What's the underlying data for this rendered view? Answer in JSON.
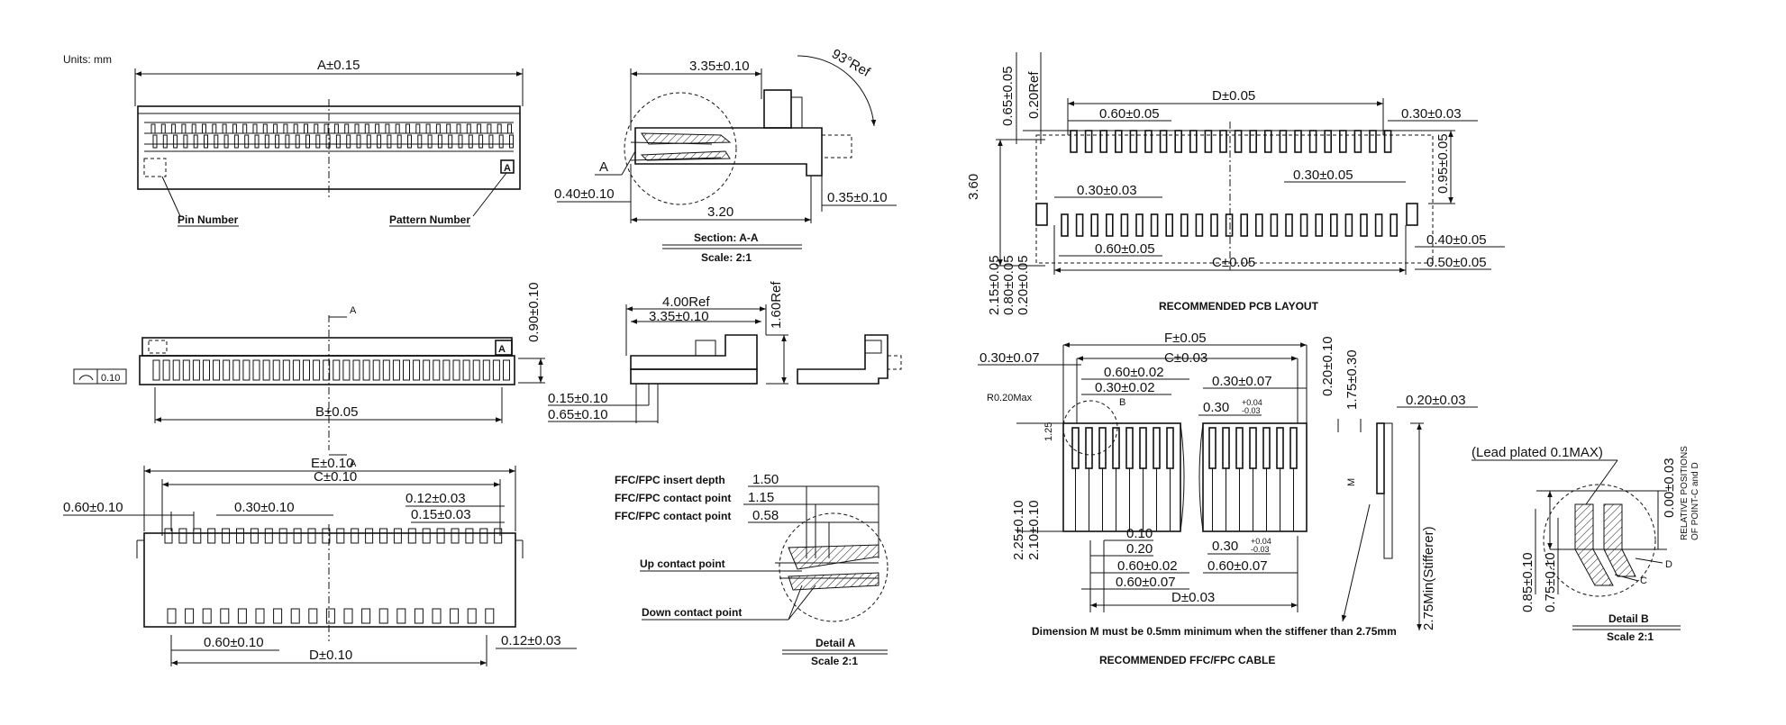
{
  "units": "Units: mm",
  "views": {
    "top": {
      "overall": "A±0.15",
      "pin_number": "Pin Number",
      "pattern_number": "Pattern Number",
      "pattern_mark": "A"
    },
    "section": {
      "width": "3.35±0.10",
      "angle": "93°Ref",
      "mark": "A",
      "lead": "0.40±0.10",
      "base": "3.20",
      "tail": "0.35±0.10",
      "title": "Section: A-A",
      "scale": "Scale: 2:1"
    },
    "front": {
      "height": "0.90±0.10",
      "pitch_span": "B±0.05",
      "flatness": "0.10",
      "section_mark_top": "A",
      "section_mark_bottom": "A",
      "pattern_mark": "A"
    },
    "side": {
      "ref_width": "4.00Ref",
      "width": "3.35±0.10",
      "height": "1.60Ref",
      "d1": "0.15±0.10",
      "d2": "0.65±0.10"
    },
    "bottom": {
      "overall": "E±0.10",
      "pitch": "C±0.10",
      "edge": "0.60±0.10",
      "pin_pitch": "0.30±0.10",
      "w1": "0.12±0.03",
      "w2": "0.15±0.03",
      "bottom_pitch": "0.60±0.10",
      "bottom_span": "D±0.10",
      "w3": "0.12±0.03"
    },
    "detail_a": {
      "rows": [
        {
          "label": "FFC/FPC insert depth",
          "value": "1.50"
        },
        {
          "label": "FFC/FPC contact point",
          "value": "1.15"
        },
        {
          "label": "FFC/FPC contact point",
          "value": "0.58"
        }
      ],
      "up": "Up contact point",
      "down": "Down contact point",
      "title": "Detail A",
      "scale": "Scale 2:1"
    },
    "pcb": {
      "v1": "0.65±0.05",
      "v2": "0.20Ref",
      "span": "D±0.05",
      "pitch_top": "0.60±0.05",
      "pad_top": "0.30±0.03",
      "height": "3.60",
      "pad_mid": "0.30±0.03",
      "pad_right": "0.30±0.05",
      "v3": "0.95±0.05",
      "pitch_bottom": "0.60±0.05",
      "r1": "0.40±0.05",
      "span_bottom": "C±0.05",
      "r2": "0.50±0.05",
      "v4": "2.15±0.05",
      "v5": "0.80±0.05",
      "v6": "0.20±0.05",
      "title": "RECOMMENDED PCB LAYOUT"
    },
    "cable": {
      "width": "F±0.05",
      "edge": "0.30±0.07",
      "span": "C±0.03",
      "pitch": "0.60±0.02",
      "lead": "0.30±0.02",
      "detail_mark": "B",
      "radius": "R0.20Max",
      "cond": "0.30±0.07",
      "tol_main": "0.30",
      "tol_up": "+0.04",
      "tol_dn": "-0.03",
      "h1": "1.25",
      "t1": "0.20±0.10",
      "t2": "1.75±0.30",
      "t3": "0.20±0.03",
      "m": "M",
      "v1": "2.25±0.10",
      "v2": "2.10±0.10",
      "b1": "0.10",
      "b2": "0.20",
      "b3": "0.60±0.02",
      "b4": "0.60±0.07",
      "b5": "0.60±0.07",
      "b6": "0.30",
      "b7": "+0.04",
      "b8": "-0.03",
      "b9": "D±0.03",
      "stiff": "2.75Min(Stifferer)",
      "note": "Dimension M must be 0.5mm minimum when the stiffener than 2.75mm",
      "title": "RECOMMENDED FFC/FPC CABLE"
    },
    "detail_b": {
      "lead": "(Lead  plated  0.1MAX)",
      "v1": "0.00±0.03",
      "note1": "RELATIVE  POSITIONS",
      "note2": "OF POINT-C and D",
      "d": "D",
      "c": "C",
      "v2": "0.85±0.10",
      "v3": "0.75±0.10",
      "title": "Detail B",
      "scale": "Scale 2:1"
    }
  }
}
